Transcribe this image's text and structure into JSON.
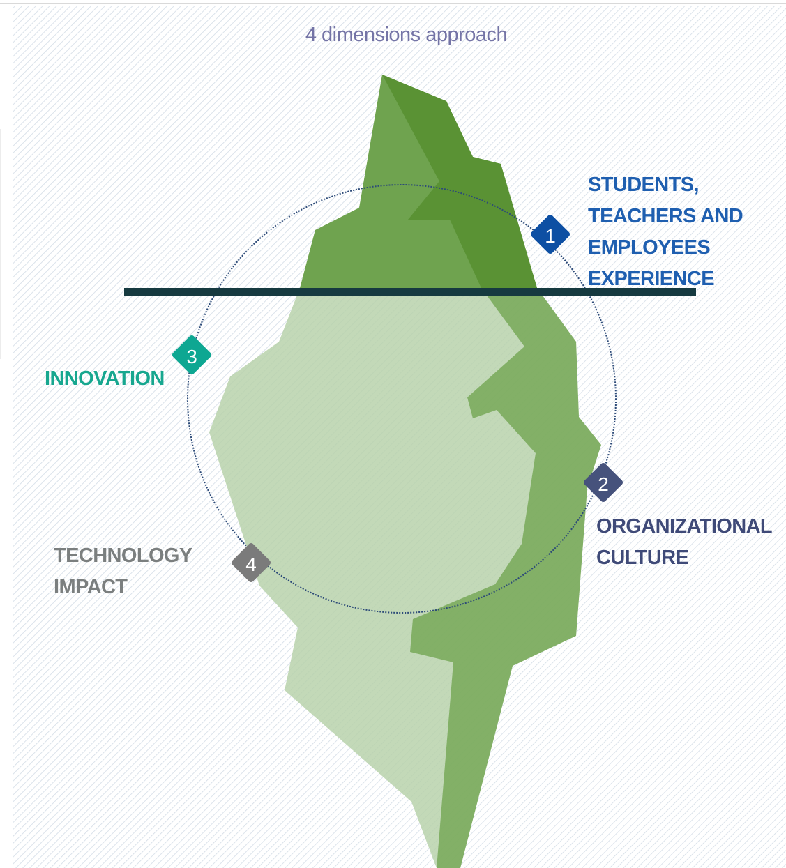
{
  "title": "4 dimensions approach",
  "dimensions": [
    {
      "number": "1",
      "lines": [
        "STUDENTS,",
        "TEACHERS AND",
        "EMPLOYEES",
        "EXPERIENCE"
      ],
      "color": "#0d4fa3"
    },
    {
      "number": "2",
      "lines": [
        "ORGANIZATIONAL",
        "CULTURE"
      ],
      "color": "#46527c"
    },
    {
      "number": "3",
      "lines": [
        "INNOVATION"
      ],
      "color": "#0ea792"
    },
    {
      "number": "4",
      "lines": [
        "TECHNOLOGY",
        "IMPACT"
      ],
      "color": "#7b7b7b"
    }
  ],
  "colors": {
    "iceberg_dark": "#5a9234",
    "iceberg_light": "#b9d4ab",
    "waterline": "#163a40",
    "circle": "#2c4a78"
  }
}
